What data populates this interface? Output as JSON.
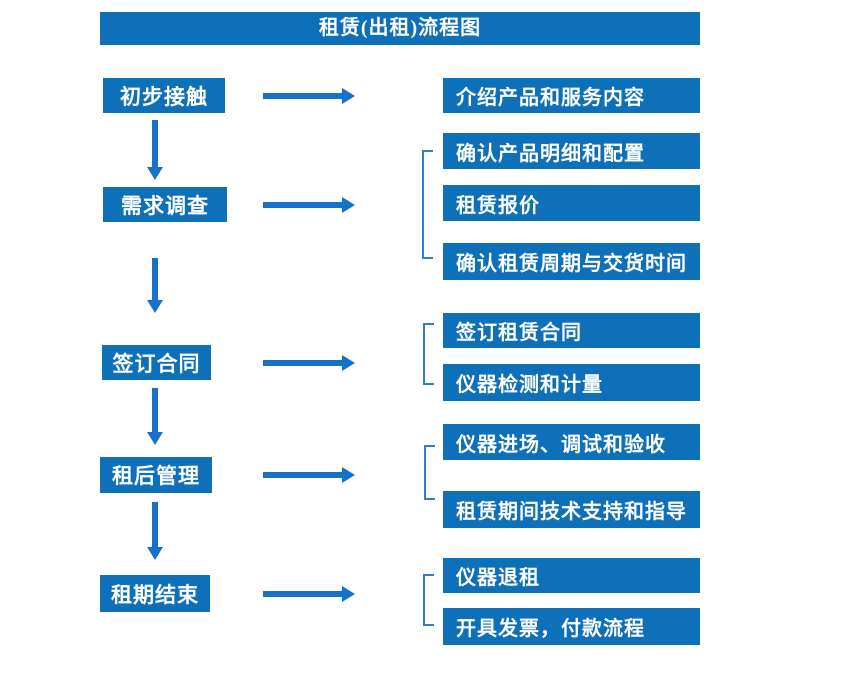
{
  "title": "租赁(出租)流程图",
  "colors": {
    "box_fill": "#0e70b9",
    "arrow": "#1572c8",
    "bracket": "#2e7fc6",
    "text": "#ffffff",
    "background": "#ffffff"
  },
  "flow": {
    "stages": [
      {
        "label": "初步接触",
        "outputs": [
          "介绍产品和服务内容"
        ]
      },
      {
        "label": "需求调查",
        "outputs": [
          "确认产品明细和配置",
          "租赁报价",
          "确认租赁周期与交货时间"
        ]
      },
      {
        "label": "签订合同",
        "outputs": [
          "签订租赁合同",
          "仪器检测和计量"
        ]
      },
      {
        "label": "租后管理",
        "outputs": [
          "仪器进场、调试和验收",
          "租赁期间技术支持和指导"
        ]
      },
      {
        "label": "租期结束",
        "outputs": [
          "仪器退租",
          "开具发票，付款流程"
        ]
      }
    ]
  }
}
